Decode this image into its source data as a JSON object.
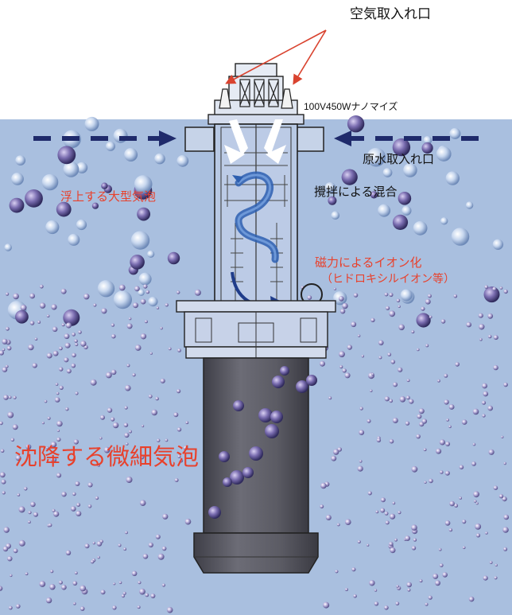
{
  "labels": {
    "air_intake": "空気取入れ口",
    "device_model": "100V450Wナノマイズ",
    "raw_water_intake": "原水取入れ口",
    "rising_bubbles": "浮上する大型気泡",
    "stirring_mixing": "攪拌による混合",
    "magnetic_ionization": "磁力によるイオン化",
    "hydroxyl_ion": "（ヒドロキシルイオン等）",
    "sinking_microbubbles": "沈降する微細気泡"
  },
  "colors": {
    "water": "#a9bfdf",
    "label_red": "#e8412c",
    "label_dark": "#111111",
    "arrow_navy": "#1f2a6b",
    "motor_body": "#5d5d66",
    "bubble": "#9f94c6"
  }
}
